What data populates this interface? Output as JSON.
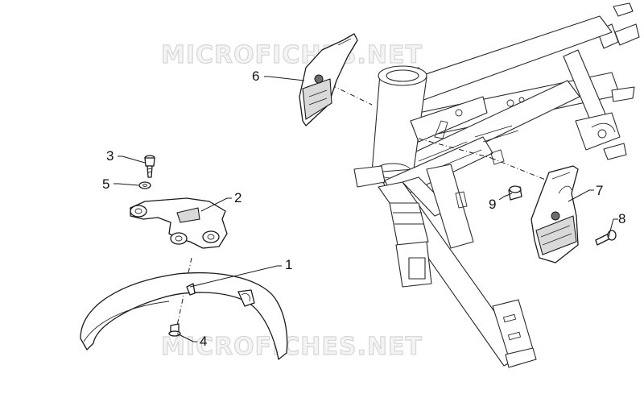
{
  "watermark": {
    "text_top": "MICROFICHES.NET",
    "text_bottom": "MICROFICHES.NET",
    "color": "#d6d6d6"
  },
  "callouts": [
    {
      "id": "1",
      "label": "1"
    },
    {
      "id": "2",
      "label": "2"
    },
    {
      "id": "3",
      "label": "3"
    },
    {
      "id": "4",
      "label": "4"
    },
    {
      "id": "5",
      "label": "5"
    },
    {
      "id": "6",
      "label": "6"
    },
    {
      "id": "7",
      "label": "7"
    },
    {
      "id": "8",
      "label": "8"
    },
    {
      "id": "9",
      "label": "9"
    }
  ],
  "parts": {
    "front_mudguard": "front-mudguard",
    "mudguard_bracket": "mudguard-bracket",
    "screw": "screw",
    "washer": "washer",
    "left_frame_cover": "left-frame-cover",
    "right_frame_cover": "right-frame-cover",
    "spacer": "spacer",
    "frame": "frame"
  },
  "colors": {
    "line": "#1a1a1a",
    "background": "#ffffff",
    "shade": "#d9d9d9"
  }
}
